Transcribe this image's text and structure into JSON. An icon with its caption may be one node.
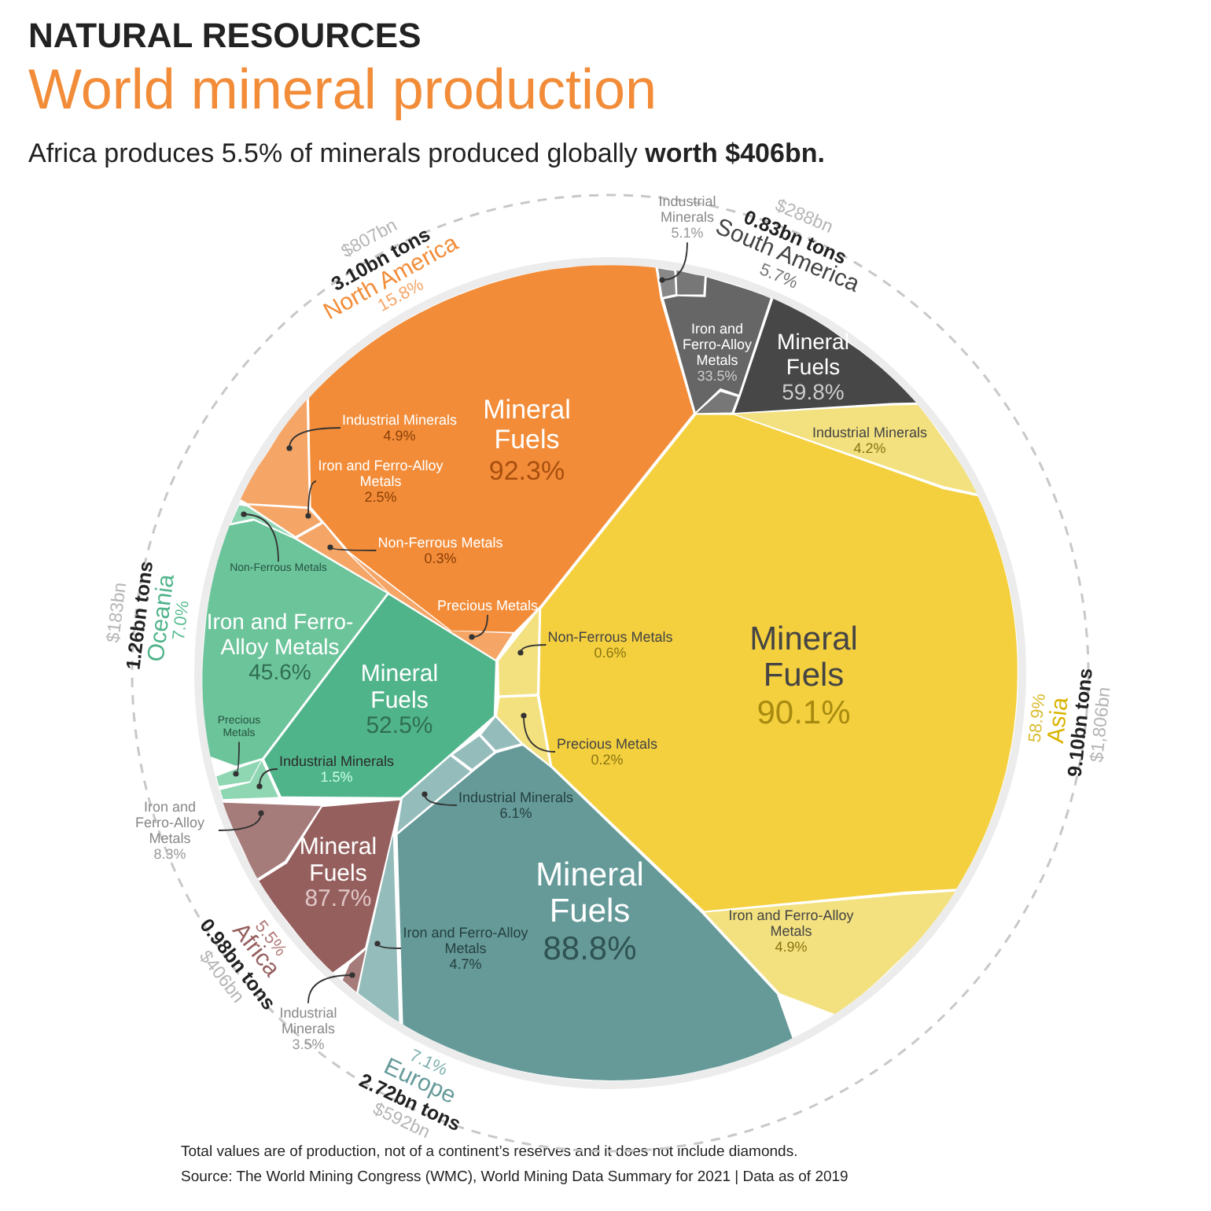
{
  "diagram": {
    "title": "World mineral production",
    "nodes": [
      {
        "text": [
          "North America",
          "15.8%"
        ],
        "beside": [
          "3.10bn tons",
          "$807bn"
        ]
      },
      {
        "text": [
          "Mineral Fuels",
          "92.3%"
        ],
        "in": 0
      },
      {
        "text": [
          "Industrial Minerals",
          "4.9%"
        ],
        "in": 1
      },
      {
        "text": [
          "Iron and Ferro-Alloy Metals",
          "2.5%"
        ],
        "in": 1
      },
      {
        "text": [
          "Non-Ferrous Metals",
          "0.3%"
        ],
        "in": 1
      },
      {
        "text": [
          "Precious Metals"
        ],
        "in": 1
      },
      {
        "text": [],
        "shape": "polygon",
        "in": 0
      },
      {
        "text": [],
        "shape": "polygon",
        "in": 0
      },
      {
        "text": [],
        "shape": "polygon",
        "in": 0
      },
      {
        "text": [],
        "shape": "polygon",
        "in": 0
      },
      {
        "text": [
          "South America",
          "5.7%"
        ],
        "beside": [
          "0.83bn tons",
          "$288bn"
        ]
      },
      {
        "text": [
          "Industrial Minerals",
          "5.1%"
        ]
      },
      {
        "text": [
          "Iron and Ferro-Alloy Metals",
          "33.5%"
        ],
        "in": 10
      },
      {
        "text": [
          "Mineral Fuels",
          "59.8%"
        ],
        "in": 10
      },
      {
        "text": [],
        "shape": "polygon",
        "in": 10
      },
      {
        "text": [],
        "shape": "polygon",
        "in": 10
      },
      {
        "text": [],
        "shape": "polygon",
        "in": 10
      },
      {
        "text": [
          "Asia",
          "58.9%"
        ],
        "beside": [
          "9.10bn tons",
          "$1,806bn"
        ]
      },
      {
        "text": [
          "Industrial Minerals",
          "4.2%"
        ],
        "in": 17
      },
      {
        "text": [
          "Non-Ferrous Metals",
          "0.6%"
        ],
        "in": 21
      },
      {
        "text": [
          "Precious Metals",
          "0.2%"
        ],
        "in": 21
      },
      {
        "text": [
          "Mineral Fuels",
          "90.1%"
        ],
        "in": 17
      },
      {
        "text": [
          "Iron and Ferro-Alloy Metals",
          "4.9%"
        ],
        "in": 17
      },
      {
        "text": [],
        "shape": "polygon",
        "in": 17
      },
      {
        "text": [],
        "shape": "polygon",
        "in": 17
      },
      {
        "text": [
          "Oceania",
          "7.0%"
        ],
        "beside": [
          "1.26bn tons",
          "$183bn"
        ]
      },
      {
        "text": [
          "Non-Ferrous Metals"
        ],
        "in": 27
      },
      {
        "text": [
          "Iron and Ferro-Alloy Metals",
          "45.6%"
        ],
        "in": 25
      },
      {
        "text": [
          "Mineral Fuels",
          "52.5%"
        ],
        "in": 25
      },
      {
        "text": [
          "Precious Metals"
        ],
        "in": 27
      },
      {
        "text": [
          "Industrial Minerals",
          "1.5%"
        ],
        "in": 28
      },
      {
        "text": [],
        "shape": "polygon",
        "in": 25
      },
      {
        "text": [],
        "shape": "polygon",
        "in": 25
      },
      {
        "text": [],
        "shape": "polygon",
        "in": 25
      },
      {
        "text": [
          "Europe",
          "7.1%"
        ],
        "beside": [
          "2.72bn tons",
          "$592bn"
        ]
      },
      {
        "text": [
          "Industrial Minerals",
          "6.1%"
        ],
        "in": 36
      },
      {
        "text": [
          "Mineral Fuels",
          "88.8%"
        ],
        "in": 34
      },
      {
        "text": [
          "Iron and Ferro-Alloy Metals",
          "4.7%"
        ],
        "in": 36
      },
      {
        "text": [],
        "shape": "polygon",
        "in": 34
      },
      {
        "text": [],
        "shape": "polygon",
        "in": 34
      },
      {
        "text": [],
        "shape": "polygon",
        "in": 34
      },
      {
        "text": [],
        "shape": "polygon",
        "in": 34
      },
      {
        "text": [
          "Africa",
          "5.5%"
        ],
        "beside": [
          "0.98bn tons",
          "$406bn"
        ]
      },
      {
        "text": [
          "Iron and Ferro-Alloy Metals",
          "8.3%"
        ]
      },
      {
        "text": [
          "Mineral Fuels",
          "87.7%"
        ],
        "in": 42
      },
      {
        "text": [
          "Industrial Minerals",
          "3.5%"
        ]
      },
      {
        "text": [],
        "shape": "polygon",
        "in": 42
      },
      {
        "text": [],
        "shape": "polygon",
        "in": 42
      }
    ],
    "edges": [
      {
        "from": 2,
        "to": 6,
        "arrow": "other"
      },
      {
        "from": 3,
        "to": 7,
        "arrow": "other"
      },
      {
        "from": 4,
        "to": 8,
        "arrow": "other"
      },
      {
        "from": 5,
        "to": 9,
        "arrow": "other"
      },
      {
        "from": 11,
        "to": 14,
        "arrow": "other"
      },
      {
        "from": 19,
        "to": 23,
        "arrow": "other"
      },
      {
        "from": 20,
        "to": 24,
        "arrow": "other"
      },
      {
        "from": 26,
        "to": 31,
        "arrow": "other"
      },
      {
        "from": 29,
        "to": 32,
        "arrow": "other"
      },
      {
        "from": 30,
        "to": 33,
        "arrow": "other"
      },
      {
        "from": 35,
        "to": 38,
        "arrow": "other"
      },
      {
        "from": 37,
        "to": 41,
        "arrow": "other"
      },
      {
        "from": 43,
        "to": 46,
        "arrow": "other"
      },
      {
        "from": 45,
        "to": 47,
        "arrow": "other"
      }
    ],
    "labels": [
      "NATURAL RESOURCES",
      "Africa produces 5.5% of minerals produced globally **worth $406bn.**",
      "Total values are of production, not of a continent’s reserves and it does not include diamonds.",
      "Source: The World Mining Congress (WMC), World Mining Data Summary for 2021 | Data as of 2019"
    ]
  }
}
